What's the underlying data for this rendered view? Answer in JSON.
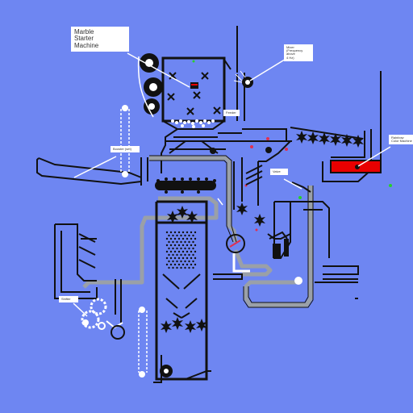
{
  "callouts": {
    "marble_starter": [
      "Marble",
      "Starter",
      "Machine"
    ],
    "mixer": [
      "Mixer",
      "(Frequency above",
      "4 Hz)"
    ],
    "feeder": [
      "Feeder"
    ],
    "booster": [
      "Booster (set)"
    ],
    "valve": [
      "Valve"
    ],
    "rainbow": [
      "Rainbow",
      "Color Machine"
    ],
    "shifter": [
      "Shifter"
    ]
  },
  "colors": {
    "background": "#6e86f2",
    "machine_line": "#111111",
    "pipe": "#9aa0a8",
    "rainbow_tank": "#e80000",
    "indicator_green": "#28d028",
    "label_bg": "#ffffff"
  },
  "icons": [
    "gear-icon",
    "cross-icon",
    "star-icon",
    "spiked-roller-icon",
    "dial-icon",
    "marble-icon"
  ]
}
